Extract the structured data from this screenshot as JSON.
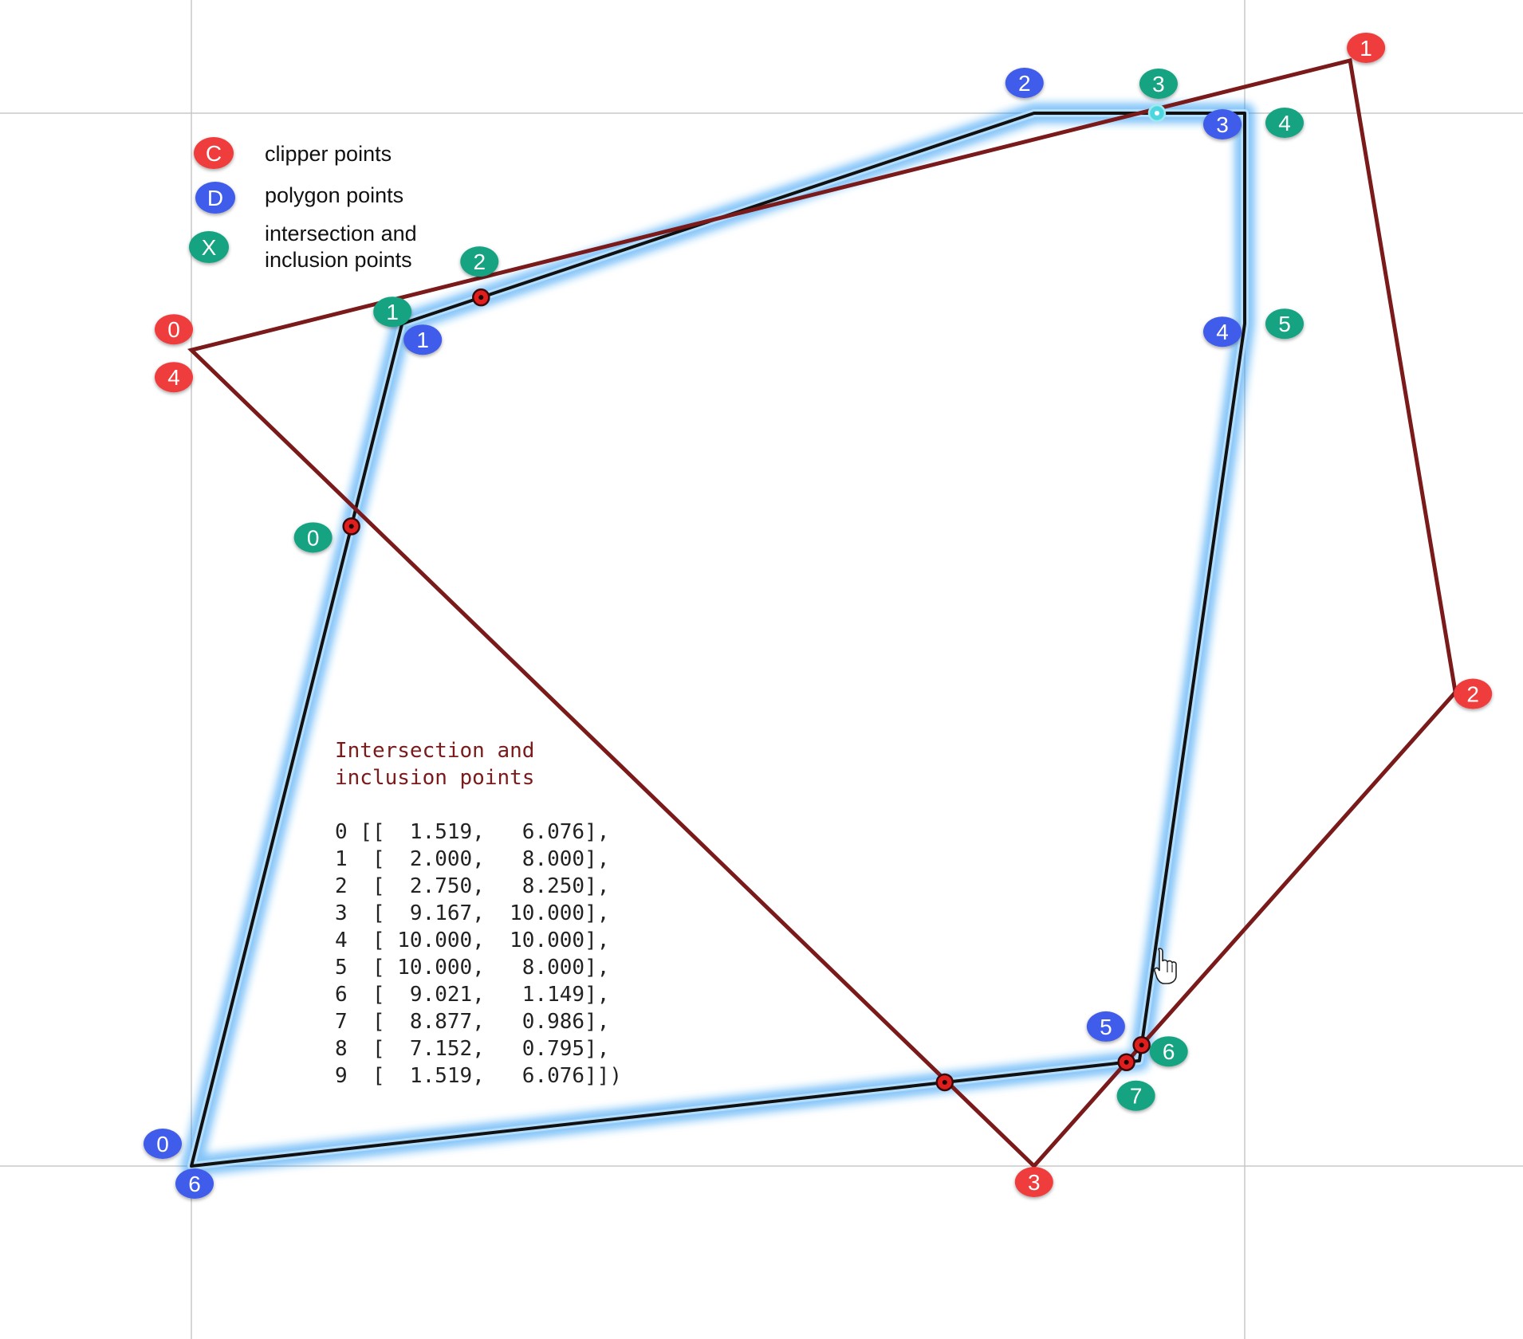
{
  "colors": {
    "clipper": "#ef3d3d",
    "clipper_line": "#7a1a1a",
    "polygon": "#3f5bea",
    "intersection": "#12a382",
    "grid": "#c8c8c8",
    "glow": "#2196f3",
    "highlight": "#4dd6e0"
  },
  "legend": {
    "clipper": {
      "glyph": "C",
      "label": "clipper points"
    },
    "polygon": {
      "glyph": "D",
      "label": "polygon points"
    },
    "intersection": {
      "glyph": "X",
      "label_line1": "intersection and",
      "label_line2": "inclusion points"
    }
  },
  "code_block": {
    "title_line1": "Intersection and",
    "title_line2": "inclusion points",
    "lines": [
      "0 [[  1.519,   6.076],",
      "1  [  2.000,   8.000],",
      "2  [  2.750,   8.250],",
      "3  [  9.167,  10.000],",
      "4  [ 10.000,  10.000],",
      "5  [ 10.000,   8.000],",
      "6  [  9.021,   1.149],",
      "7  [  8.877,   0.986],",
      "8  [  7.152,   0.795],",
      "9  [  1.519,   6.076]])"
    ]
  },
  "clipper_points": [
    {
      "label": "0",
      "x": 0,
      "y": 7.75
    },
    {
      "label": "1",
      "x": 11.0,
      "y": 10.5
    },
    {
      "label": "2",
      "x": 12.0,
      "y": 4.5
    },
    {
      "label": "3",
      "x": 8.0,
      "y": 0
    },
    {
      "label": "4",
      "x": 0,
      "y": 7.75
    }
  ],
  "polygon_points": [
    {
      "label": "0",
      "x": 0,
      "y": 0
    },
    {
      "label": "1",
      "x": 2.0,
      "y": 8.0
    },
    {
      "label": "2",
      "x": 8.0,
      "y": 10.0
    },
    {
      "label": "3",
      "x": 10.0,
      "y": 10.0
    },
    {
      "label": "4",
      "x": 10.0,
      "y": 8.0
    },
    {
      "label": "5",
      "x": 9.0,
      "y": 1.0
    },
    {
      "label": "6",
      "x": 0,
      "y": 0
    }
  ],
  "intersection_points": [
    {
      "label": "0",
      "x": 1.519,
      "y": 6.076
    },
    {
      "label": "1",
      "x": 2.0,
      "y": 8.0
    },
    {
      "label": "2",
      "x": 2.75,
      "y": 8.25
    },
    {
      "label": "3",
      "x": 9.167,
      "y": 10.0
    },
    {
      "label": "4",
      "x": 10.0,
      "y": 10.0
    },
    {
      "label": "5",
      "x": 10.0,
      "y": 8.0
    },
    {
      "label": "6",
      "x": 9.021,
      "y": 1.149
    },
    {
      "label": "7",
      "x": 8.877,
      "y": 0.986
    }
  ],
  "crossing_markers": [
    {
      "x": 1.519,
      "y": 6.076
    },
    {
      "x": 2.75,
      "y": 8.25
    },
    {
      "x": 7.152,
      "y": 0.795
    },
    {
      "x": 9.021,
      "y": 1.149
    },
    {
      "x": 8.877,
      "y": 0.986
    }
  ],
  "highlight_marker": {
    "x": 9.167,
    "y": 10.0
  },
  "axes": {
    "x_lines": [
      0,
      10
    ],
    "y_lines": [
      0,
      10
    ]
  }
}
